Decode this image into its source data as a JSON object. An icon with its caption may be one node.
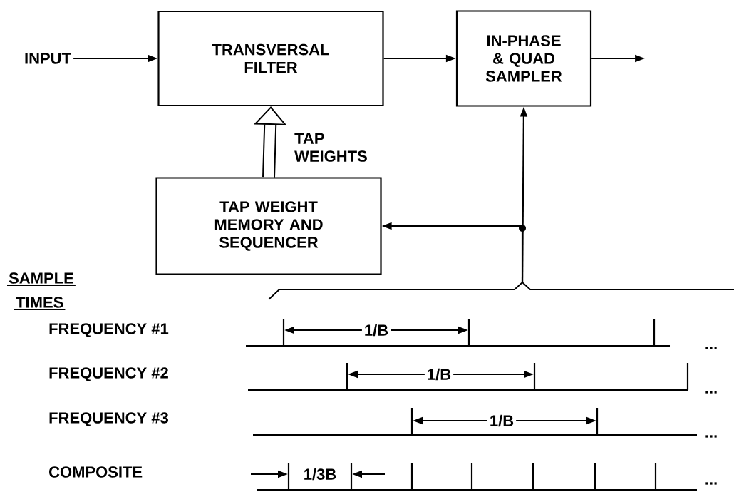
{
  "diagram": {
    "nodes": [
      {
        "text": [
          "INPUT"
        ]
      },
      {
        "text": [
          "TRANSVERSAL FILTER"
        ]
      },
      {
        "text": [
          "IN-PHASE & QUAD SAMPLER"
        ]
      },
      {
        "text": [
          "TAP WEIGHT MEMORY AND SEQUENCER"
        ]
      },
      {
        "text": [],
        "shape": "brace"
      }
    ],
    "edges": [
      {
        "from": 0,
        "to": 1,
        "arrow": "to"
      },
      {
        "from": 1,
        "to": 2,
        "arrow": "to"
      },
      {
        "from": 2,
        "to": null,
        "arrow": "to"
      },
      {
        "from": 3,
        "to": 1,
        "arrow": "to",
        "label": "TAP WEIGHTS",
        "style": "thick"
      },
      {
        "from": 4,
        "to": 2,
        "arrow": "to"
      },
      {
        "from": 4,
        "to": 3,
        "arrow": "to"
      }
    ],
    "labels": [
      "SAMPLE",
      "TIMES",
      "FREQUENCY #1",
      "1/B",
      "...",
      "FREQUENCY #2",
      "1/B",
      "...",
      "FREQUENCY #3",
      "1/B",
      "...",
      "COMPOSITE",
      "1/3B",
      "..."
    ]
  }
}
